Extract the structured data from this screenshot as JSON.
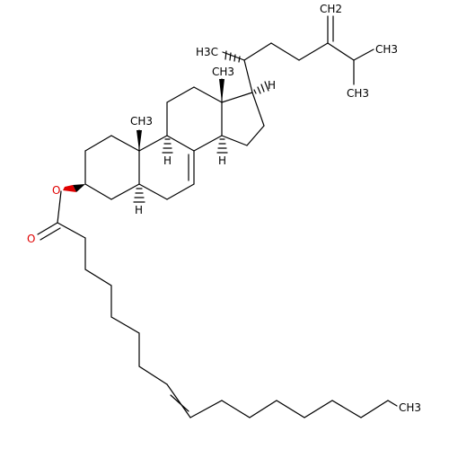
{
  "molecule": {
    "labels": {
      "methyl_c21": "H3C",
      "methylene": "CH2",
      "methyl_c26": "CH3",
      "methyl_c27": "CH3",
      "methyl_c18": "CH3",
      "methyl_c19": "CH3",
      "h17": "H",
      "h14": "H",
      "h9": "H",
      "h5": "H",
      "ester_o": "O",
      "carbonyl_o": "O",
      "terminal_methyl": "CH3"
    }
  },
  "colors": {
    "bond": "#000000",
    "heteroatom": "#e00000",
    "background": "#ffffff"
  }
}
